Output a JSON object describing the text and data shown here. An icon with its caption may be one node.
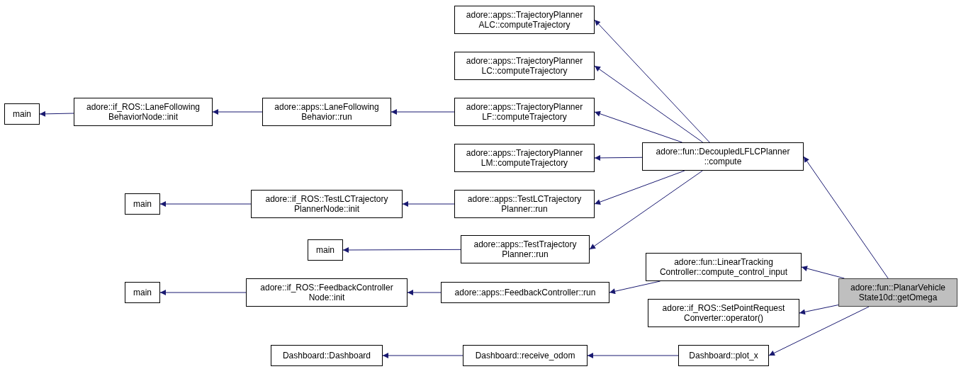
{
  "diagram": {
    "nodes": [
      {
        "text": [
          "main"
        ]
      },
      {
        "text": [
          "adore::if_ROS::LaneFollowing BehaviorNode::init"
        ]
      },
      {
        "text": [
          "adore::apps::LaneFollowing Behavior::run"
        ]
      },
      {
        "text": [
          "adore::apps::TrajectoryPlanner ALC::computeTrajectory"
        ]
      },
      {
        "text": [
          "adore::apps::TrajectoryPlanner LC::computeTrajectory"
        ]
      },
      {
        "text": [
          "adore::apps::TrajectoryPlanner LF::computeTrajectory"
        ]
      },
      {
        "text": [
          "adore::apps::TrajectoryPlanner LM::computeTrajectory"
        ]
      },
      {
        "text": [
          "adore::fun::DecoupledLFLCPlanner ::compute"
        ]
      },
      {
        "text": [
          "main"
        ]
      },
      {
        "text": [
          "adore::if_ROS::TestLCTrajectory PlannerNode::init"
        ]
      },
      {
        "text": [
          "adore::apps::TestLCTrajectory Planner::run"
        ]
      },
      {
        "text": [
          "main"
        ]
      },
      {
        "text": [
          "adore::apps::TestTrajectory Planner::run"
        ]
      },
      {
        "text": [
          "adore::fun::LinearTracking Controller::compute_control_input"
        ]
      },
      {
        "text": [
          "main"
        ]
      },
      {
        "text": [
          "adore::if_ROS::FeedbackController Node::init"
        ]
      },
      {
        "text": [
          "adore::apps::FeedbackController::run"
        ]
      },
      {
        "text": [
          "adore::fun::PlanarVehicle State10d::getOmega"
        ]
      },
      {
        "text": [
          "adore::if_ROS::SetPointRequest Converter::operator()"
        ]
      },
      {
        "text": [
          "Dashboard::Dashboard"
        ]
      },
      {
        "text": [
          "Dashboard::receive_odom"
        ]
      },
      {
        "text": [
          "Dashboard::plot_x"
        ]
      }
    ],
    "edges": [
      {
        "from": 1,
        "to": 0,
        "arrow": "to"
      },
      {
        "from": 2,
        "to": 1,
        "arrow": "to"
      },
      {
        "from": 5,
        "to": 2,
        "arrow": "to"
      },
      {
        "from": 7,
        "to": 3,
        "arrow": "to"
      },
      {
        "from": 7,
        "to": 4,
        "arrow": "to"
      },
      {
        "from": 7,
        "to": 5,
        "arrow": "to"
      },
      {
        "from": 7,
        "to": 6,
        "arrow": "to"
      },
      {
        "from": 7,
        "to": 10,
        "arrow": "to"
      },
      {
        "from": 7,
        "to": 12,
        "arrow": "to"
      },
      {
        "from": 9,
        "to": 8,
        "arrow": "to"
      },
      {
        "from": 10,
        "to": 9,
        "arrow": "to"
      },
      {
        "from": 12,
        "to": 11,
        "arrow": "to"
      },
      {
        "from": 13,
        "to": 16,
        "arrow": "to"
      },
      {
        "from": 15,
        "to": 14,
        "arrow": "to"
      },
      {
        "from": 16,
        "to": 15,
        "arrow": "to"
      },
      {
        "from": 17,
        "to": 7,
        "arrow": "to"
      },
      {
        "from": 17,
        "to": 13,
        "arrow": "to"
      },
      {
        "from": 17,
        "to": 18,
        "arrow": "to"
      },
      {
        "from": 17,
        "to": 21,
        "arrow": "to"
      },
      {
        "from": 20,
        "to": 19,
        "arrow": "to"
      },
      {
        "from": 21,
        "to": 20,
        "arrow": "to"
      }
    ]
  }
}
